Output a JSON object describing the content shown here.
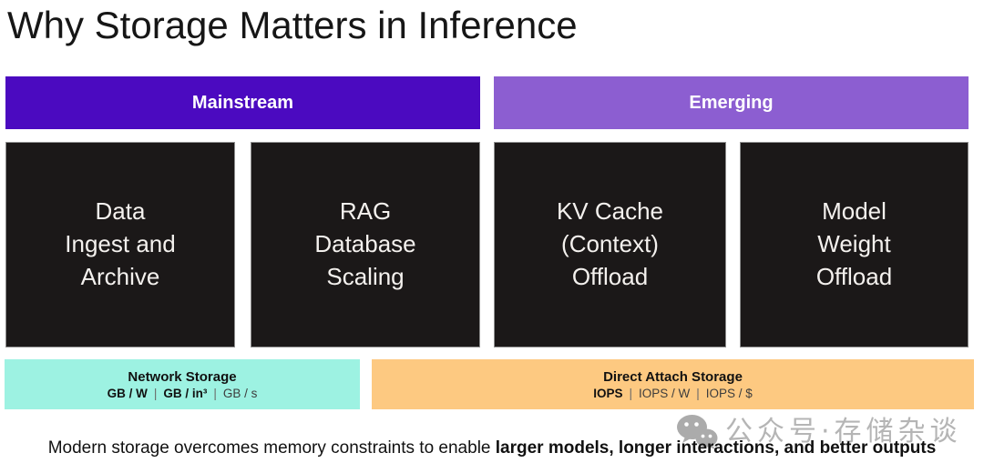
{
  "title": "Why Storage Matters in Inference",
  "colors": {
    "mainstream": "#4b0ac0",
    "emerging": "#8c5ed1",
    "box_bg": "#1b1818",
    "network_bg": "#9df2e2",
    "direct_bg": "#fdc981"
  },
  "headers": [
    {
      "label": "Mainstream"
    },
    {
      "label": "Emerging"
    }
  ],
  "boxes": [
    {
      "label": "Data\nIngest and\nArchive",
      "group": "Mainstream"
    },
    {
      "label": "RAG\nDatabase\nScaling",
      "group": "Mainstream"
    },
    {
      "label": "KV Cache\n(Context)\nOffload",
      "group": "Emerging"
    },
    {
      "label": "Model\nWeight\nOffload",
      "group": "Emerging"
    }
  ],
  "storage_bars": {
    "separator": "|",
    "network": {
      "title": "Network Storage",
      "metrics": [
        "GB / W",
        "GB / in³",
        "GB / s"
      ]
    },
    "direct": {
      "title": "Direct Attach Storage",
      "metrics": [
        "IOPS",
        "IOPS / W",
        "IOPS / $"
      ]
    }
  },
  "footer": {
    "text_normal": "Modern storage overcomes memory constraints to enable ",
    "text_bold": "larger models, longer interactions, and better outputs"
  },
  "watermark": {
    "icon": "wechat-icon",
    "text": "公众号·存储杂谈"
  }
}
